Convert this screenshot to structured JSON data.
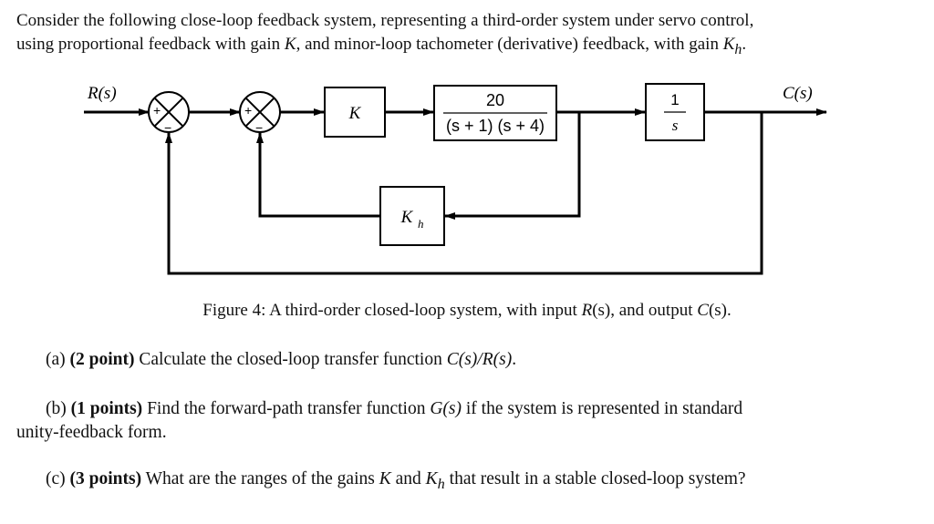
{
  "intro": {
    "line1": "Consider the following close-loop feedback system, representing a third-order system under servo control,",
    "line2_pre": "using proportional feedback with gain ",
    "line2_K": "K",
    "line2_mid": ", and minor-loop tachometer (derivative) feedback, with gain ",
    "line2_Kh": "K",
    "line2_h": "h",
    "line2_end": "."
  },
  "diagram": {
    "input_label": "R(s)",
    "output_label": "C(s)",
    "sum1_plus": "+",
    "sum1_minus": "−",
    "sum2_plus": "+",
    "sum2_minus": "−",
    "gain_block": "K",
    "plant_num": "20",
    "plant_den": "(s + 1) (s + 4)",
    "integrator_num": "1",
    "integrator_den": "s",
    "feedback_block": "K",
    "feedback_block_sub": "h"
  },
  "caption": {
    "pre": "Figure 4:  A third-order closed-loop system, with input ",
    "R": "R",
    "s1": "(s)",
    "mid": ", and output ",
    "C": "C",
    "s2": "(s)",
    "end": "."
  },
  "questions": {
    "a_label": "(a)",
    "a_points": "(2 point)",
    "a_text": " Calculate the closed-loop transfer function ",
    "a_math": "C(s)/R(s)",
    "a_end": ".",
    "b_label": "(b)",
    "b_points": "(1 points)",
    "b_text1": " Find the forward-path transfer function ",
    "b_math": "G(s)",
    "b_text2": " if the system is represented in standard",
    "b_text3": "unity-feedback form.",
    "c_label": "(c)",
    "c_points": "(3 points)",
    "c_text1": " What are the ranges of the gains ",
    "c_K": "K",
    "c_and": " and ",
    "c_Kh": "K",
    "c_h": "h",
    "c_text2": " that result in a stable closed-loop system?"
  }
}
